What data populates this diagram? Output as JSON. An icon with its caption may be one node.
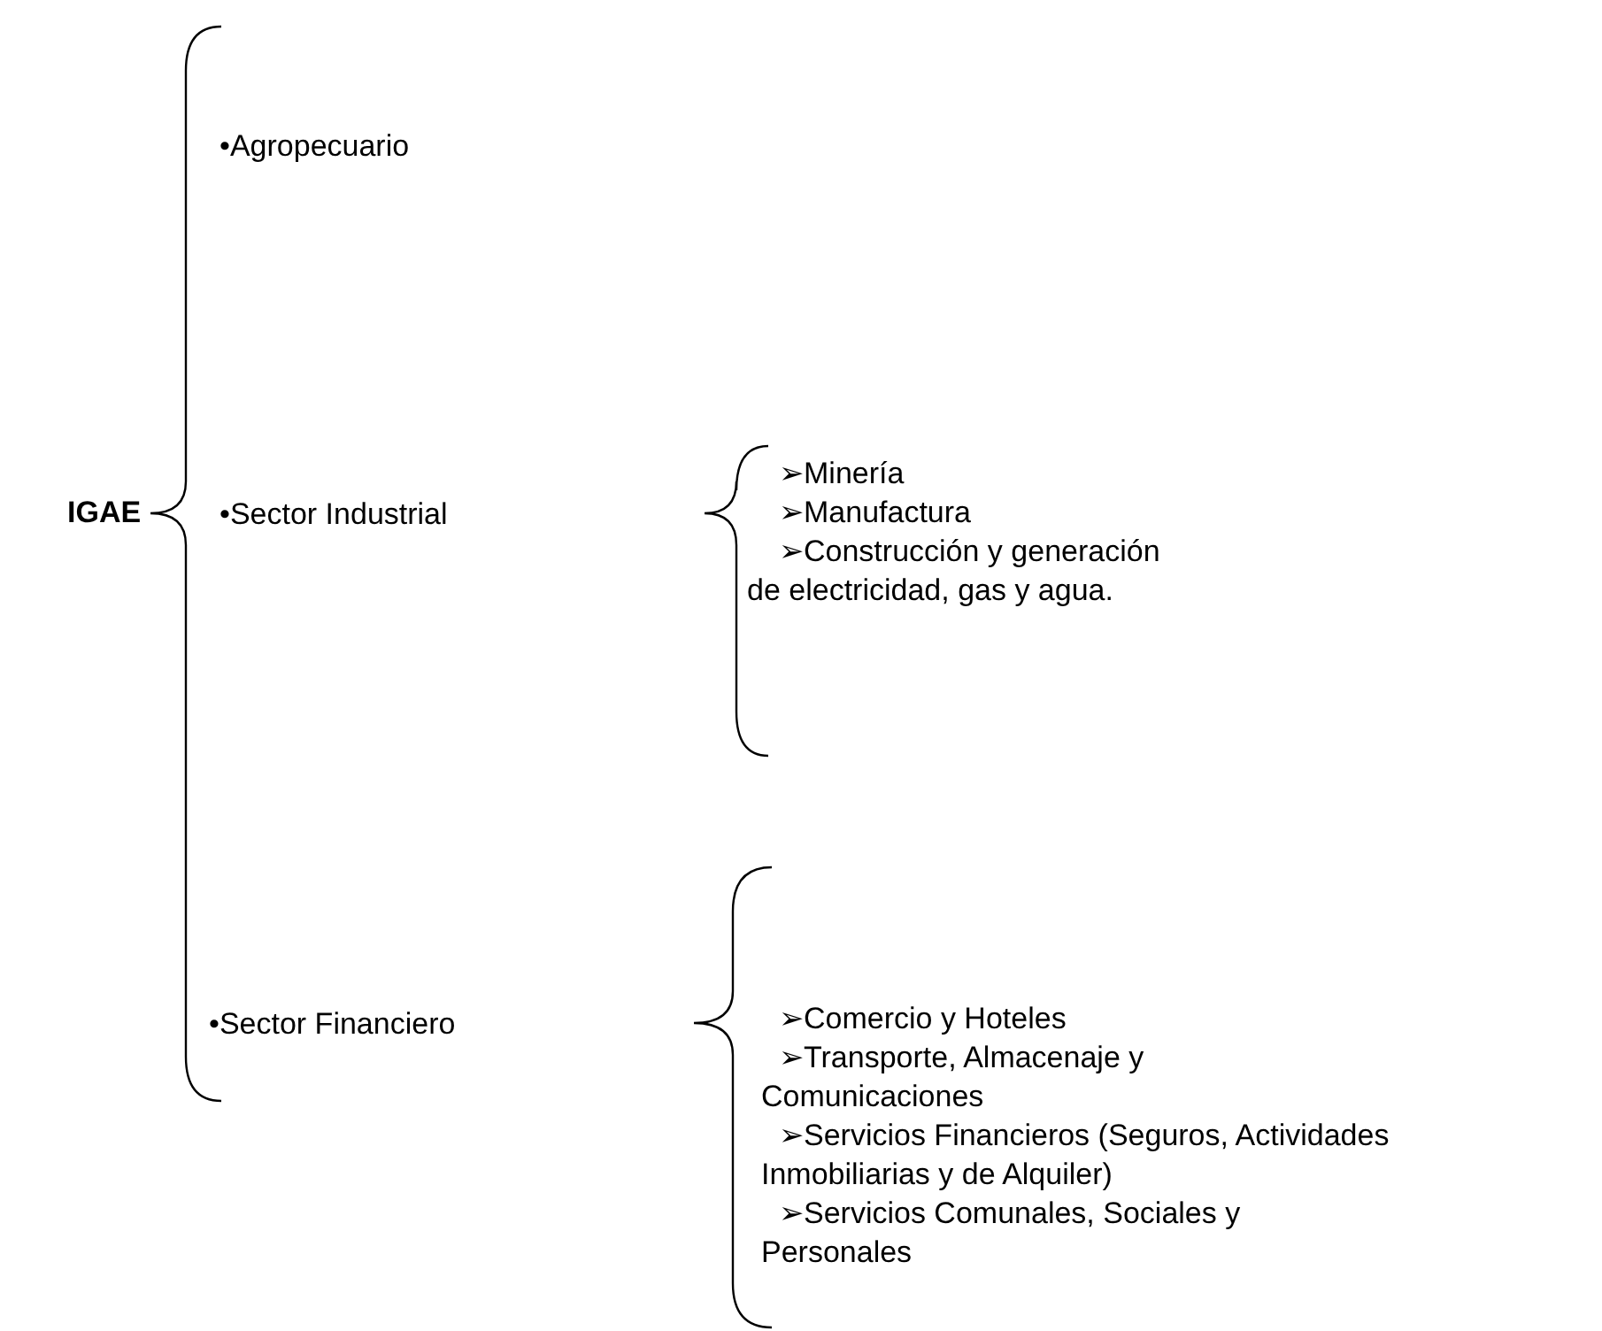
{
  "diagram": {
    "labels": [
      "IGAE",
      "•Agropecuario",
      "•Sector Industrial",
      "➢Minería",
      "➢Manufactura",
      "➢Construcción y generación de electricidad, gas y agua.",
      "•Sector Financiero",
      "➢Comercio y Hoteles",
      "➢Transporte, Almacenaje y Comunicaciones",
      "➢Servicios Financieros (Seguros, Actividades Inmobiliarias y de Alquiler)",
      "➢Servicios Comunales, Sociales y Personales"
    ]
  }
}
